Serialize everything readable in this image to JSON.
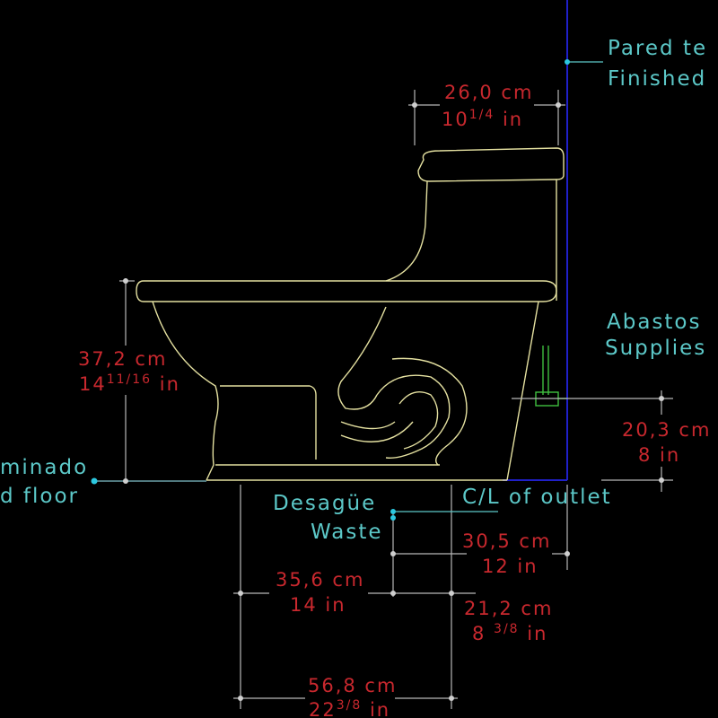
{
  "colors": {
    "dimension_text": "#c8282e",
    "label_text": "#5cc8c8",
    "outline": "#e4e0a0",
    "wall": "#2020c8",
    "dimension_lines": "#b8b8b8",
    "background": "#000000"
  },
  "labels": {
    "wall": {
      "line1": "Pared te",
      "line2": "Finished"
    },
    "supplies": {
      "line1": "Abastos",
      "line2": "Supplies"
    },
    "floor": {
      "line1": "minado",
      "line2": "d floor"
    },
    "waste": {
      "line1": "Desagüe",
      "line2": "Waste"
    },
    "outlet": "C/L of outlet"
  },
  "dimensions": {
    "tank_depth": {
      "cm": "26,0 cm",
      "in_whole": "10",
      "in_frac": "1/4",
      "in_unit": " in"
    },
    "seat_height": {
      "cm": "37,2 cm",
      "in_whole": "14",
      "in_frac": "11/16",
      "in_unit": " in"
    },
    "supply_height": {
      "cm": "20,3 cm",
      "in": "8  in"
    },
    "rough_in": {
      "cm": "30,5 cm",
      "in": "12  in"
    },
    "front_to_outlet": {
      "cm": "35,6 cm",
      "in": "14  in"
    },
    "outlet_to_back": {
      "cm": "21,2 cm",
      "in_whole": "8 ",
      "in_frac": "3/8",
      "in_unit": " in"
    },
    "overall_length": {
      "cm": "56,8 cm",
      "in_whole": "22",
      "in_frac": "3/8",
      "in_unit": " in"
    }
  }
}
